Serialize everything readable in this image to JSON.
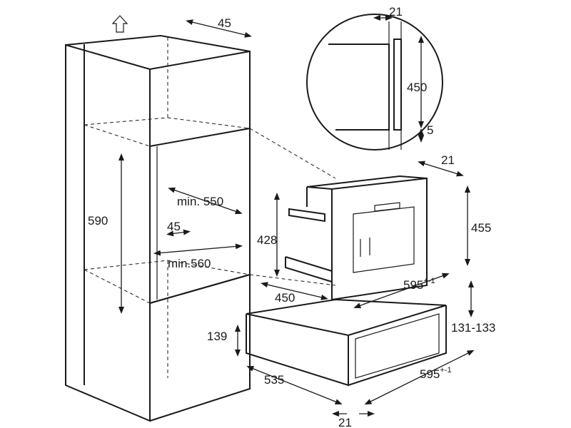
{
  "dimensions": {
    "cabinet_top_depth": "45",
    "detail_gap_width": "21",
    "detail_height": "450",
    "detail_bottom_gap": "5",
    "appliance_side_gap": "21",
    "appliance_outer_height": "455",
    "appliance_inner_height": "428",
    "niche_height": "590",
    "niche_min_depth": "min. 550",
    "niche_offset": "45",
    "niche_min_width": "min.560",
    "appliance_depth": "450",
    "appliance_width": "595",
    "appliance_width_tolerance": "+-1",
    "drawer_niche_height": "131-133",
    "drawer_height": "139",
    "drawer_depth": "535",
    "drawer_width": "595",
    "drawer_width_tolerance": "+-1",
    "drawer_bottom_gap": "21"
  },
  "icons": {
    "up_arrow": "up-arrow-icon"
  }
}
